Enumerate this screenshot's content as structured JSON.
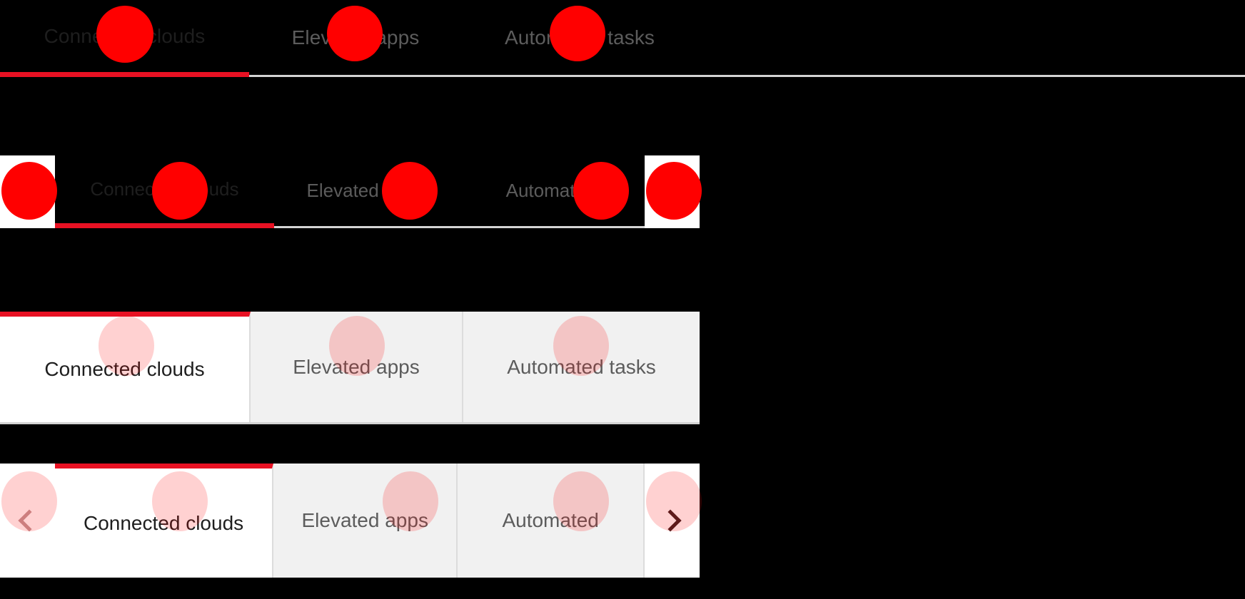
{
  "page": {
    "background_color": "#000000",
    "accent_color": "#e81123",
    "marker_color": "#ff0000",
    "active_text_color": "#1e1e1e",
    "inactive_text_color": "#5c5c5c",
    "inactive_tab_bg": "#f1f1f1",
    "active_tab_bg": "#ffffff",
    "divider_color": "#d4d4d4"
  },
  "tabs": {
    "labels": {
      "connected_clouds": "Connected clouds",
      "elevated_apps": "Elevated apps",
      "automated_tasks": "Automated tasks",
      "automated_tasks_truncated": "Automated"
    }
  },
  "variants": [
    {
      "id": "tabs-underline",
      "style": "underline",
      "has_scroll_arrows": false,
      "selected_index": 0,
      "items": [
        {
          "label": "Connected clouds",
          "selected": true
        },
        {
          "label": "Elevated apps",
          "selected": false
        },
        {
          "label": "Automated tasks",
          "selected": false
        }
      ]
    },
    {
      "id": "tabs-underline-scroll",
      "style": "underline",
      "has_scroll_arrows": true,
      "selected_index": 0,
      "prev_label": "Scroll left",
      "next_label": "Scroll right",
      "items": [
        {
          "label": "Connected clouds",
          "selected": true
        },
        {
          "label": "Elevated apps",
          "selected": false
        },
        {
          "label": "Automated",
          "selected": false
        }
      ]
    },
    {
      "id": "tabs-boxed",
      "style": "boxed",
      "has_scroll_arrows": false,
      "selected_index": 0,
      "items": [
        {
          "label": "Connected clouds",
          "selected": true
        },
        {
          "label": "Elevated apps",
          "selected": false
        },
        {
          "label": "Automated tasks",
          "selected": false
        }
      ]
    },
    {
      "id": "tabs-boxed-scroll",
      "style": "boxed",
      "has_scroll_arrows": true,
      "selected_index": 0,
      "prev_label": "Scroll left",
      "next_label": "Scroll right",
      "items": [
        {
          "label": "Connected clouds",
          "selected": true
        },
        {
          "label": "Elevated apps",
          "selected": false
        },
        {
          "label": "Automated",
          "selected": false
        }
      ]
    }
  ],
  "icons": {
    "chevron_left": "chevron-left-icon",
    "chevron_right": "chevron-right-icon"
  }
}
